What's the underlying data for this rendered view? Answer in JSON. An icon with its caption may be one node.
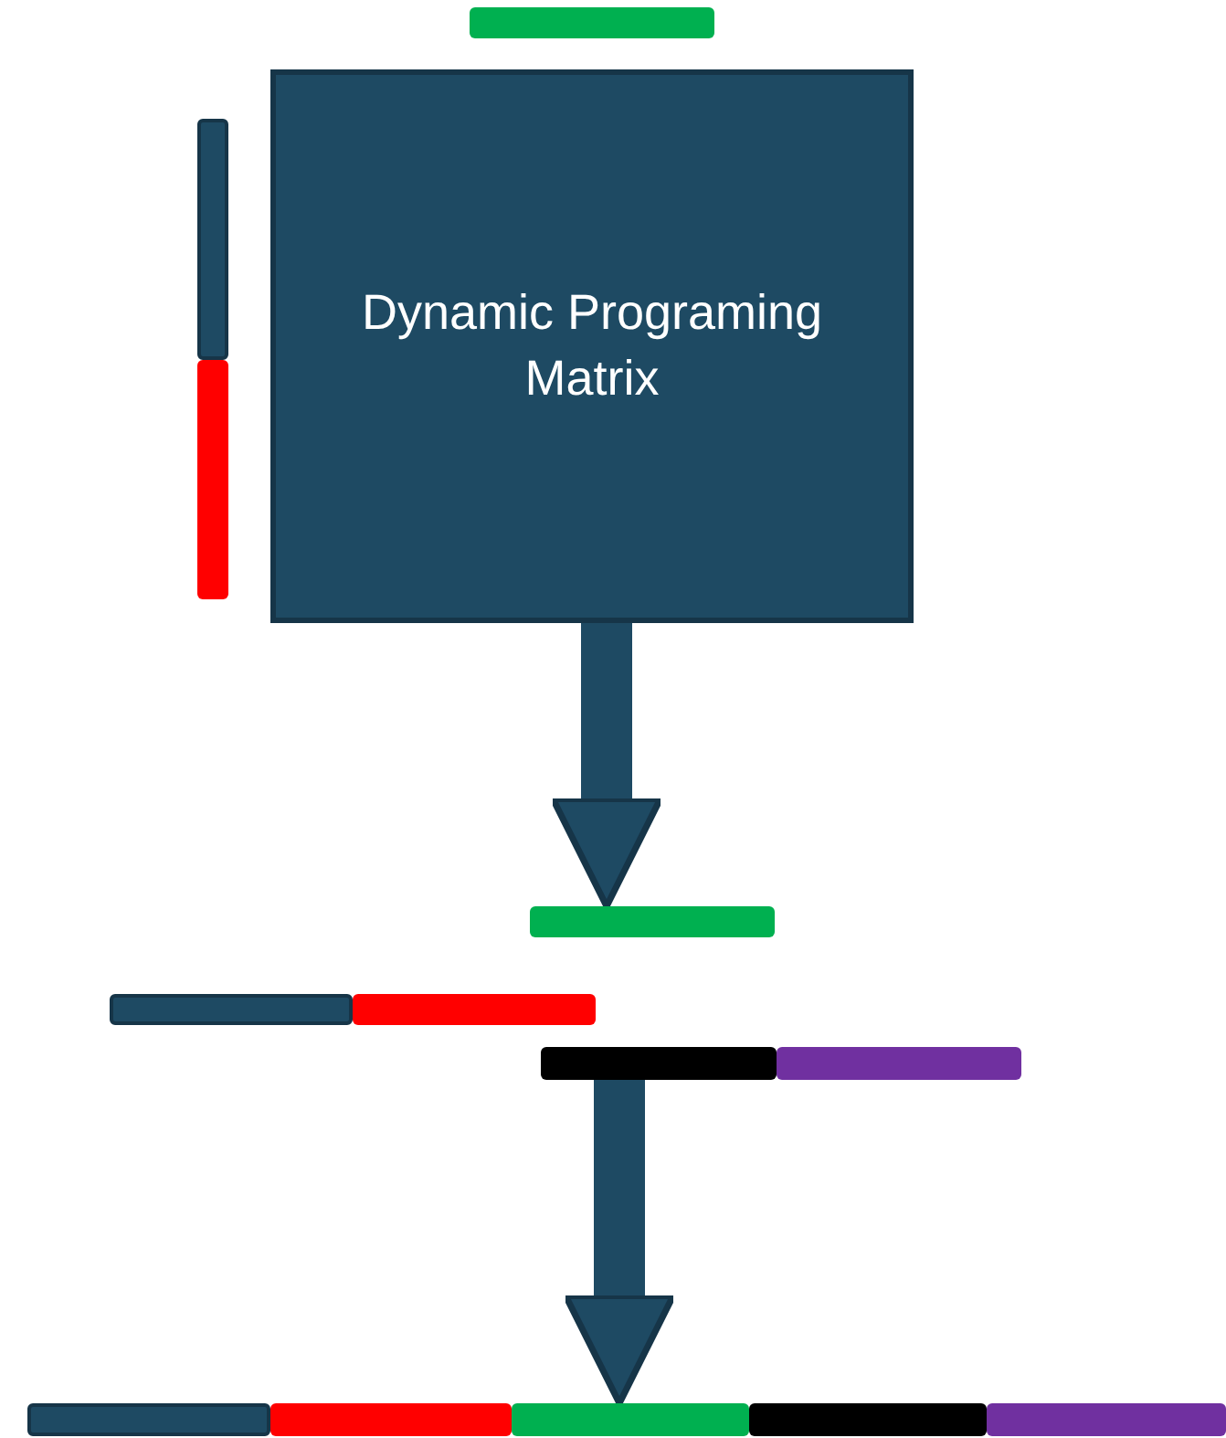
{
  "diagram": {
    "nodes": [
      {
        "text": [],
        "shape": "bar"
      },
      {
        "text": [
          "Dynamic Programing Matrix"
        ]
      },
      {
        "text": [],
        "shape": "bar"
      },
      {
        "text": [],
        "shape": "bar"
      },
      {
        "text": [],
        "shape": "bar"
      },
      {
        "text": [],
        "shape": "bar"
      },
      {
        "text": [],
        "shape": "bar"
      },
      {
        "text": [],
        "shape": "bar"
      },
      {
        "text": [],
        "shape": "bar"
      },
      {
        "text": [],
        "shape": "bar"
      },
      {
        "text": [],
        "shape": "bar"
      },
      {
        "text": [],
        "shape": "bar"
      },
      {
        "text": [],
        "shape": "bar"
      },
      {
        "text": [],
        "shape": "bar"
      }
    ],
    "edges": [
      {
        "from": 1,
        "to": 4,
        "arrow": "to"
      },
      {
        "from": 7,
        "to": 11,
        "arrow": "to"
      }
    ]
  }
}
